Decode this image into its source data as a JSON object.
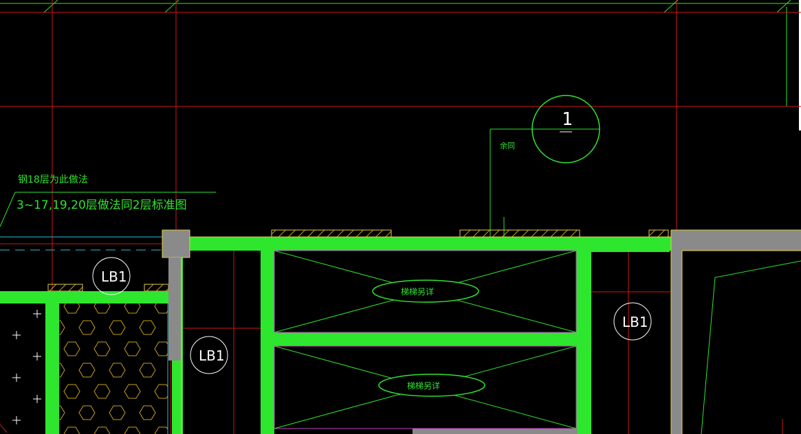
{
  "viewport": {
    "background": "#000000"
  },
  "colors": {
    "axis_red": "#d11616",
    "wall_green": "#2ee62e",
    "wall_gray": "#8a8a8a",
    "outline_yellow": "#e3d04a",
    "hatch_yellow": "#c9a21a",
    "magenta": "#c244c2",
    "cyan": "#25c6d6",
    "white": "#ffffff"
  },
  "annotations": {
    "note_line_1": "钢18层为此做法",
    "note_line_2": "3~17,19,20层做法同2层标准图",
    "section_marker": "1",
    "section_caption": "余同",
    "room_labels": [
      "LB1",
      "LB1",
      "LB1"
    ],
    "stair_labels": [
      "梯梯另详",
      "梯梯另详"
    ]
  }
}
